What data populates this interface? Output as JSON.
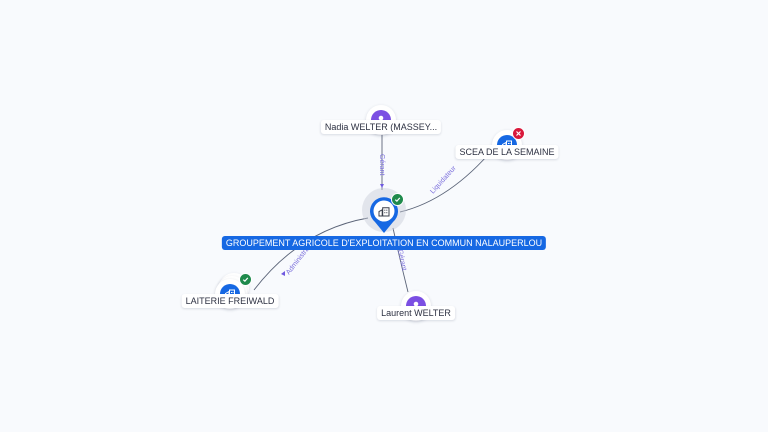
{
  "graph": {
    "center": {
      "label": "GROUPEMENT AGRICOLE D'EXPLOITATION EN COMMUN NALAUPERLOU",
      "type": "company",
      "status": "active",
      "icon": "building-icon",
      "color": "#1668e3"
    },
    "nodes": [
      {
        "id": "nadia",
        "label": "Nadia WELTER (MASSEY...",
        "type": "person",
        "icon": "person-icon",
        "color": "#7b4fe3"
      },
      {
        "id": "scea",
        "label": "SCEA DE LA SEMAINE",
        "type": "company",
        "icon": "building-icon",
        "status": "closed",
        "color": "#1668e3"
      },
      {
        "id": "laiterie",
        "label": "LAITERIE FREIWALD",
        "type": "company",
        "icon": "building-icon",
        "status": "active",
        "color": "#1668e3"
      },
      {
        "id": "laurent",
        "label": "Laurent WELTER",
        "type": "person",
        "icon": "person-icon",
        "color": "#7b4fe3"
      }
    ],
    "edges": [
      {
        "from": "nadia",
        "to": "center",
        "label": "Gérant"
      },
      {
        "from": "center",
        "to": "scea",
        "label": "Liquidateur"
      },
      {
        "from": "center",
        "to": "laiterie",
        "label": "Administrateur"
      },
      {
        "from": "laurent",
        "to": "center",
        "label": "Gérant"
      }
    ],
    "status_colors": {
      "active": "#1f8a4c",
      "closed": "#d9183b"
    }
  }
}
